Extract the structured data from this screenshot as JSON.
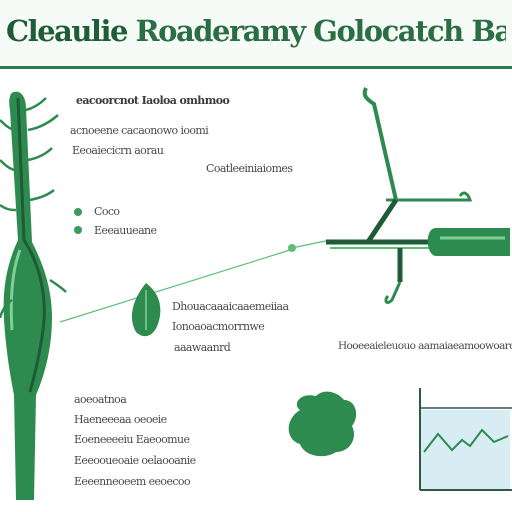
{
  "title": {
    "first": "Cleaulie",
    "rest": " Roaderamy Golocatch Balo ralq"
  },
  "labels": {
    "l1": "eacoorcnot Iaoloa omhmoo",
    "l2": "acnoeene cacaonowo ioomi",
    "l3": "Eeoaiecicrn aorau",
    "l4": "Coatleeiniaiomes",
    "l5": "Coco",
    "l6": "Eeeauueane",
    "l7": "Dhouacaaaicaaemeiiaa",
    "l8": "Ionoaoacmorrnwe",
    "l9": "aaawaanrd",
    "l10": "Hooeeaieleuouo aamaiaeamoowoaro",
    "l11": "aoeoatnoa",
    "l12": "Haeneeeaa oeoeie",
    "l13": "Eoeneeeeiu Eaeoomue",
    "l14": "Eeeooueoaie oelaooanie",
    "l15": "Eeeenneoeem eeoecoo"
  },
  "colors": {
    "primary": "#2e8b4f",
    "dark": "#1e5b36",
    "light": "#5cbf78",
    "water": "#d8ecf3"
  }
}
